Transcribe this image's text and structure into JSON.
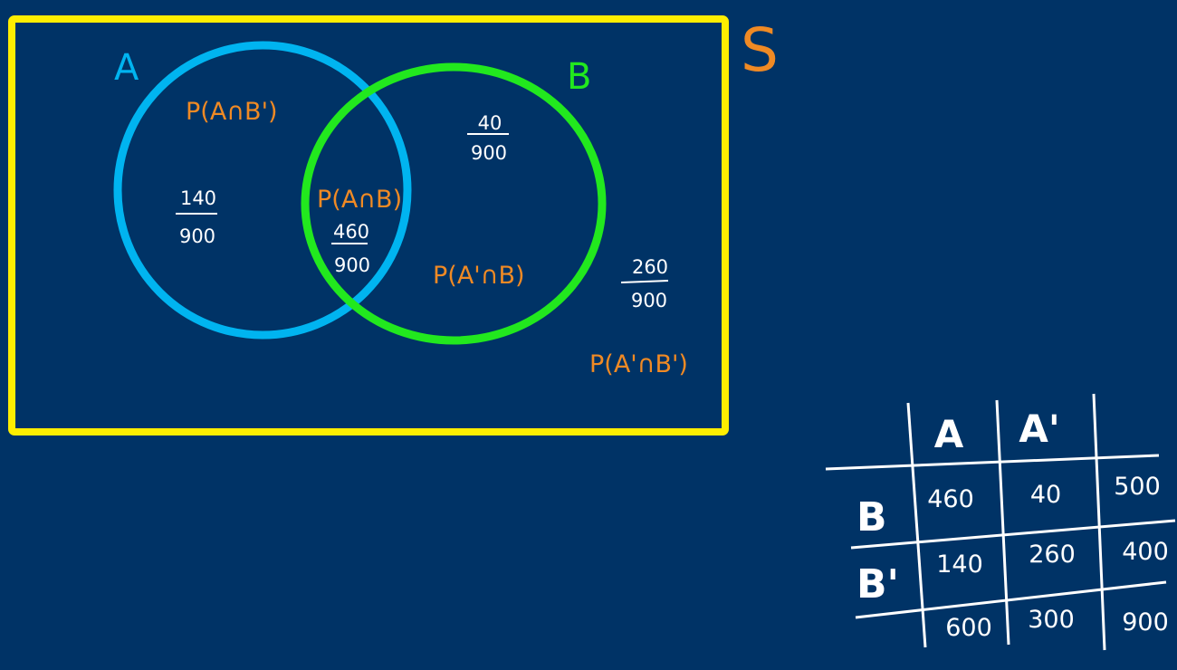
{
  "colors": {
    "background": "#003366",
    "sample_space_border": "#ffee00",
    "circle_a": "#00b4f0",
    "circle_b": "#22e81e",
    "probability_labels": "#f08a24",
    "numbers": "#ffffff"
  },
  "venn": {
    "sample_space_label": "S",
    "set_a_label": "A",
    "set_b_label": "B",
    "regions": {
      "a_only": {
        "label": "P(A∩B')",
        "numerator": "140",
        "denominator": "900"
      },
      "intersection": {
        "label": "P(A∩B)",
        "numerator": "460",
        "denominator": "900"
      },
      "b_only": {
        "label": "P(A'∩B)",
        "numerator": "40",
        "denominator": "900"
      },
      "neither": {
        "label": "P(A'∩B')",
        "numerator": "260",
        "denominator": "900"
      }
    }
  },
  "table": {
    "col_headers": [
      "A",
      "A'"
    ],
    "row_headers": [
      "B",
      "B'"
    ],
    "rows": [
      [
        "460",
        "40",
        "500"
      ],
      [
        "140",
        "260",
        "400"
      ],
      [
        "600",
        "300",
        "900"
      ]
    ]
  }
}
